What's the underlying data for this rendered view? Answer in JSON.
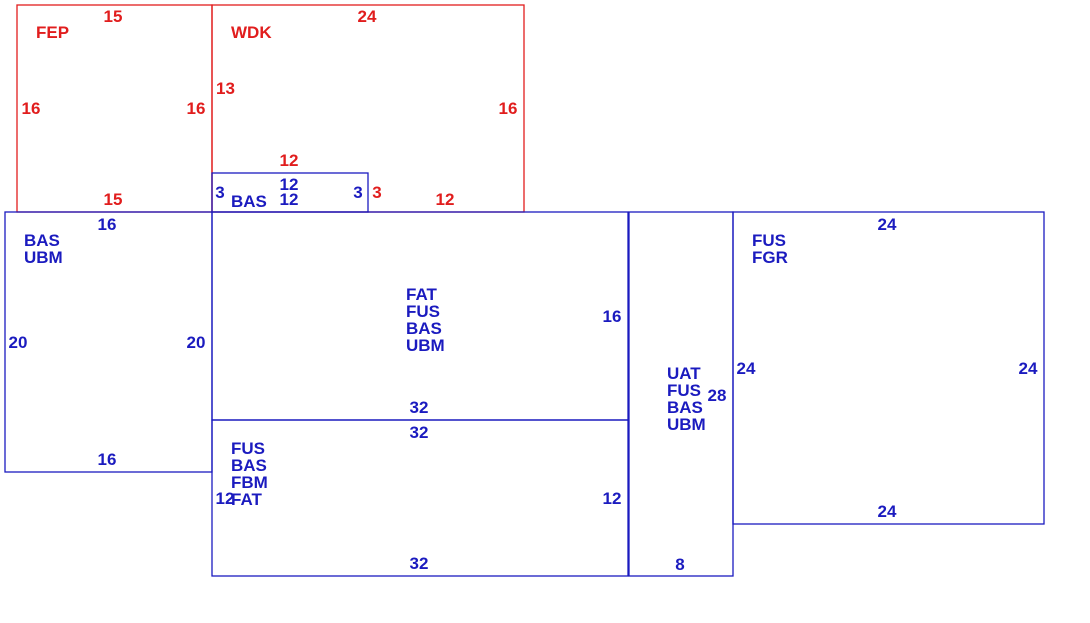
{
  "colors": {
    "red": "#e11d1d",
    "blue": "#1b1bbf"
  },
  "areas": {
    "fep": {
      "codes": [
        "FEP"
      ],
      "top": "15",
      "bottom": "15",
      "left": "16",
      "right": "16"
    },
    "wdk": {
      "codes": [
        "WDK"
      ],
      "top": "24",
      "right": "16",
      "left": "13",
      "inner_top": "12",
      "bottom_left": "3",
      "bottom_right": "12"
    },
    "bas_small": {
      "codes": [
        "BAS"
      ],
      "top": "12",
      "bottom": "12",
      "left": "3",
      "right": "3"
    },
    "bas_ubm": {
      "codes": [
        "BAS",
        "UBM"
      ],
      "top": "16",
      "bottom": "16",
      "left": "20",
      "right": "20"
    },
    "center_top": {
      "codes": [
        "FAT",
        "FUS",
        "BAS",
        "UBM"
      ],
      "right": "16",
      "bottom": "32"
    },
    "center_bottom": {
      "codes": [
        "FUS",
        "BAS",
        "FBM",
        "FAT"
      ],
      "top": "32",
      "left": "12",
      "right": "12",
      "bottom": "32"
    },
    "column": {
      "codes": [
        "UAT",
        "FUS",
        "BAS",
        "UBM"
      ],
      "side": "28",
      "bottom": "8"
    },
    "fus_fgr": {
      "codes": [
        "FUS",
        "FGR"
      ],
      "top": "24",
      "bottom": "24",
      "left": "24",
      "right": "24"
    }
  }
}
